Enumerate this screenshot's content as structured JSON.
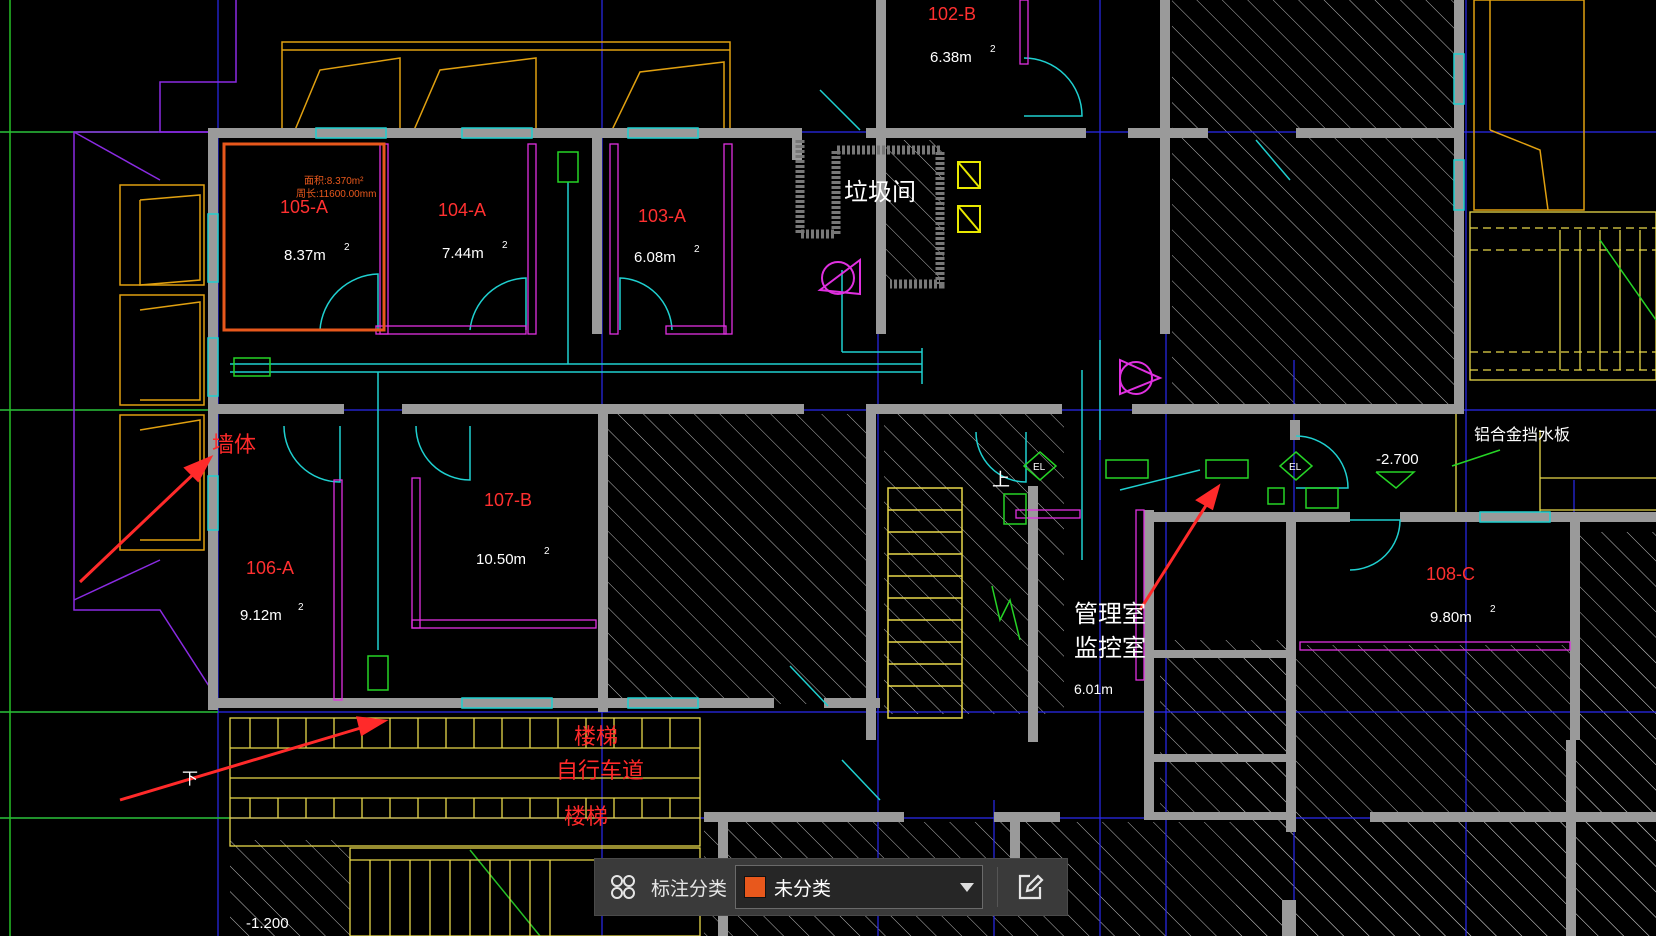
{
  "drawing": {
    "rooms": [
      {
        "id": "room-105a",
        "name": "105-A",
        "area": "8.37m",
        "sup": "2"
      },
      {
        "id": "room-104a",
        "name": "104-A",
        "area": "7.44m",
        "sup": "2"
      },
      {
        "id": "room-103a",
        "name": "103-A",
        "area": "6.08m",
        "sup": "2"
      },
      {
        "id": "room-102b",
        "name": "102-B",
        "area": "6.38m",
        "sup": "2"
      },
      {
        "id": "room-106a",
        "name": "106-A",
        "area": "9.12m",
        "sup": "2"
      },
      {
        "id": "room-107b",
        "name": "107-B",
        "area": "10.50m",
        "sup": "2"
      },
      {
        "id": "room-108c",
        "name": "108-C",
        "area": "9.80m",
        "sup": "2"
      }
    ],
    "selection_info": [
      "面积:8.370m²",
      "周长:11600.00mm"
    ],
    "garbage_room": "垃圾间",
    "management_room": [
      "管理室",
      "监控室"
    ],
    "management_area": "6.01m",
    "annotations": {
      "wall": "墙体",
      "stairs_top": "楼梯",
      "bike_lane": "自行车道",
      "stairs_bottom": "楼梯"
    },
    "elevation_1": "-2.700",
    "elevation_2": "-1.200",
    "aluminum_note": "铝合金挡水板",
    "up_label": "上",
    "down_label": "下",
    "el_label": "EL"
  },
  "toolbar": {
    "label": "标注分类",
    "selected": "未分类",
    "swatch_color": "#e8581c",
    "icons": [
      "grid-icon",
      "edit-icon",
      "chevron-down-icon"
    ]
  }
}
